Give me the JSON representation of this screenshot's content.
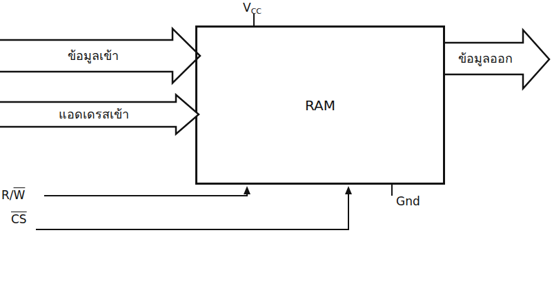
{
  "diagram": {
    "nodes": [
      {
        "text": [
          "ข้อมูลเข้า"
        ]
      },
      {
        "text": [
          "RAM"
        ]
      },
      {
        "text": [
          "ข้อมูลออก"
        ]
      },
      {
        "text": [
          "แอดเดรสเข้า"
        ]
      }
    ],
    "labels": [
      "VCC",
      "R/W",
      "CS",
      "Gnd"
    ]
  }
}
